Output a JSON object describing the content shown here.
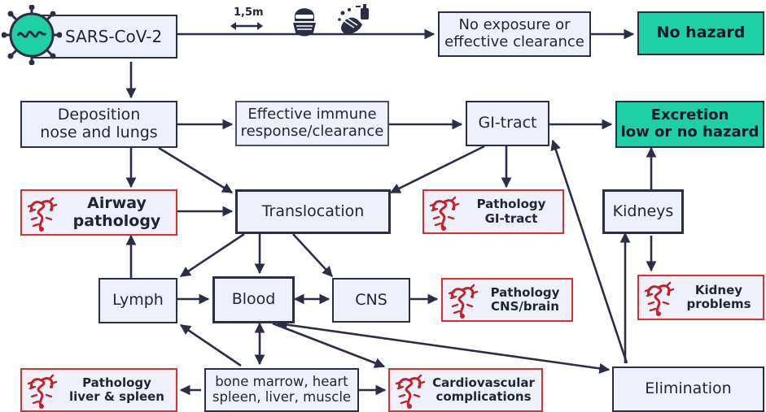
{
  "nodes": {
    "sars": "SARS-CoV-2",
    "no_exposure": [
      "No exposure or",
      "effective clearance"
    ],
    "no_hazard": "No hazard",
    "deposition": [
      "Deposition",
      "nose and lungs"
    ],
    "immune": [
      "Effective immune",
      "response/clearance"
    ],
    "gi_tract": "GI-tract",
    "excretion": [
      "Excretion",
      "low or no hazard"
    ],
    "airway": [
      "Airway",
      "pathology"
    ],
    "translocation": "Translocation",
    "path_gi": [
      "Pathology",
      "GI-tract"
    ],
    "kidneys": "Kidneys",
    "lymph": "Lymph",
    "blood": "Blood",
    "cns": "CNS",
    "path_cns": [
      "Pathology",
      "CNS/brain"
    ],
    "kidney_problems": [
      "Kidney",
      "problems"
    ],
    "path_liver": [
      "Pathology",
      "liver & spleen"
    ],
    "organs": [
      "bone marrow, heart",
      "spleen, liver, muscle"
    ],
    "cardio": [
      "Cardiovascular",
      "complications"
    ],
    "elimination": "Elimination"
  },
  "icons": {
    "distance_label": "1,5m",
    "distance": "double-arrow-icon",
    "mask": "face-mask-icon",
    "handwash": "hand-washing-icon",
    "virus": "virus-icon",
    "pathology": "protein-structure-icon"
  },
  "colors": {
    "green": "#1ed0a4",
    "red_border": "#e42a2a",
    "box_fill": "#eef1fb",
    "line": "#2a2f45"
  }
}
